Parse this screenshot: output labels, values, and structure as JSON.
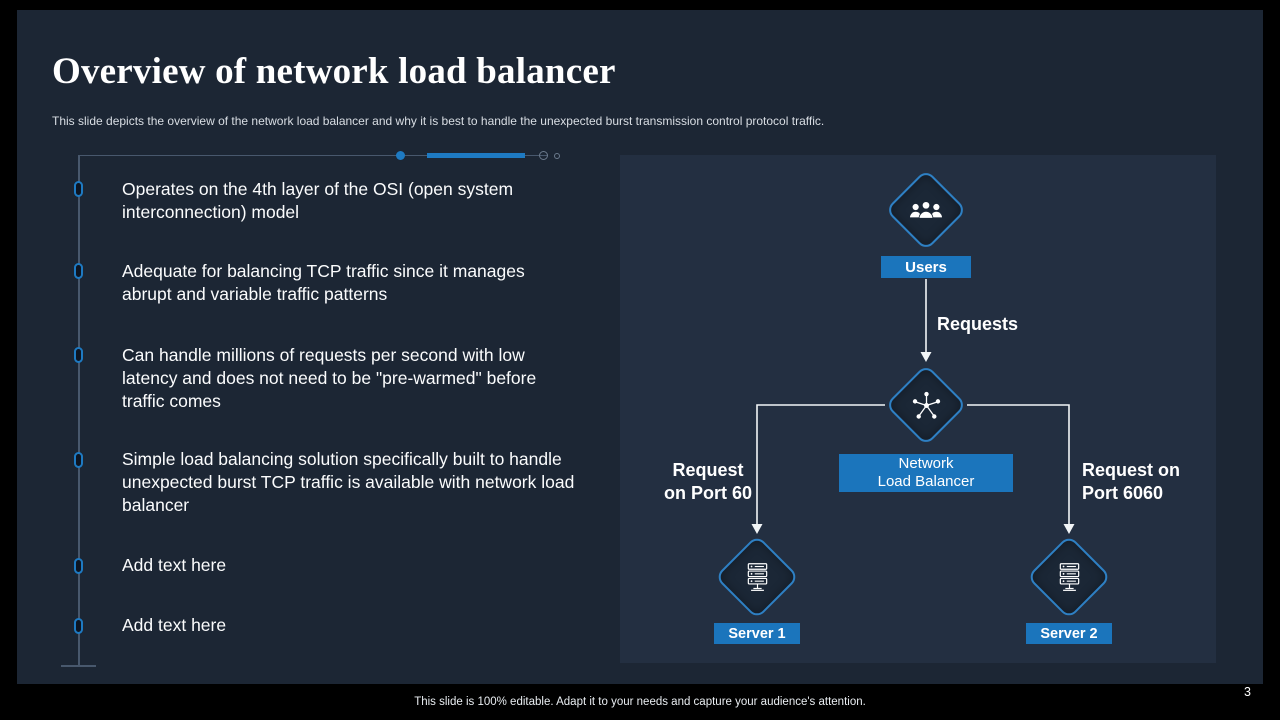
{
  "slide": {
    "title": "Overview of network load balancer",
    "subtitle": "This slide depicts the overview of the network load balancer and why it is best to handle the unexpected burst transmission control protocol traffic.",
    "footer": "This slide is 100% editable. Adapt it to your needs and capture your audience's attention.",
    "page_number": "3"
  },
  "bullets": [
    "Operates on the 4th layer of the OSI (open system interconnection) model",
    "Adequate for balancing TCP traffic since it manages abrupt and variable traffic patterns",
    "Can handle millions of requests per second with low latency and does not need to be \"pre-warmed\" before traffic comes",
    "Simple load balancing solution specifically built to handle unexpected burst TCP traffic is available with network load balancer",
    "Add text here",
    "Add text here"
  ],
  "diagram": {
    "users_label": "Users",
    "requests_label": "Requests",
    "load_balancer_lines": [
      "Network",
      "Load Balancer"
    ],
    "left_branch_lines": [
      "Request",
      "on Port 60"
    ],
    "right_branch_lines": [
      "Request on",
      "Port 6060"
    ],
    "server1_label": "Server 1",
    "server2_label": "Server 2"
  },
  "colors": {
    "canvas": "#000000",
    "slide_background": "#1c2634",
    "panel_background": "#232f41",
    "accent_blue": "#1b75bc",
    "diamond_border": "#2e80c4",
    "line_gray": "#48586d",
    "text": "#ffffff"
  }
}
